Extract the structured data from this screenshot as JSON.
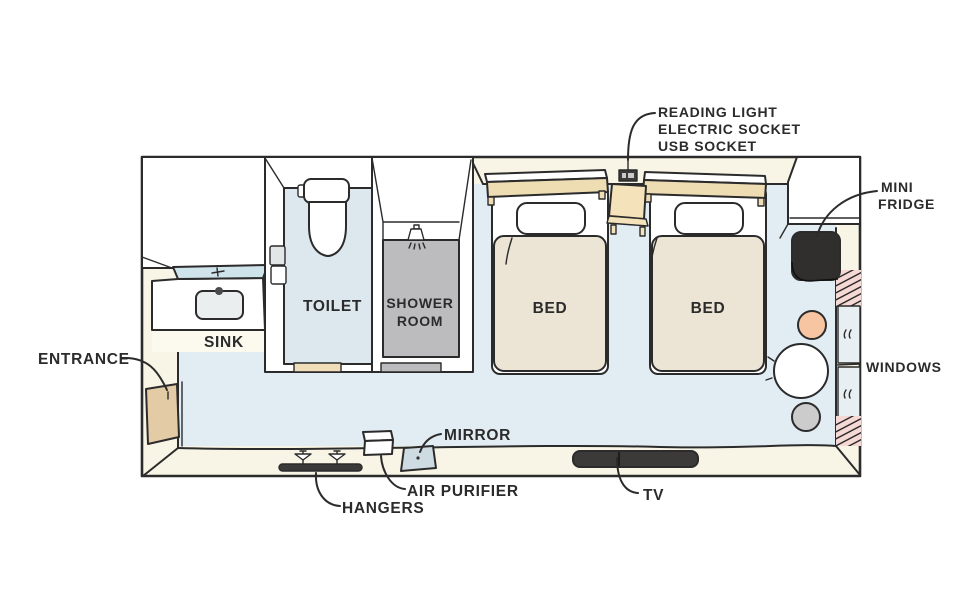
{
  "figure": {
    "type": "hotel-room-floor-plan"
  },
  "colors": {
    "outline": "#2b2b2b",
    "wall": "#f9f5e6",
    "room": "#ffffff",
    "floor": "#e2ecf3",
    "bath_floor": "#dce7ee",
    "shower_floor": "#bcbcbe",
    "counter_glass": "#cfe3ea",
    "basin": "#eaeeef",
    "blanket": "#ece4d5",
    "headboard": "#eedcb2",
    "nightstand": "#f4e2ba",
    "threshold": "#f0ddb9",
    "door": "#e3cba6",
    "fridge": "#312f2e",
    "tv": "#3b3a39",
    "curtain": "#f6d9d4",
    "glass": "#e8eff3",
    "chair": "#f7c5a2",
    "stool": "#cccccc",
    "mirror_tile": "#cfdbe2",
    "hanger_bar": "#3a3a3a",
    "label": "#2b2b2b"
  },
  "rooms": {
    "sink_label": "SINK",
    "toilet_label": "TOILET",
    "shower_line1": "SHOWER",
    "shower_line2": "ROOM",
    "bed1_label": "BED",
    "bed2_label": "BED"
  },
  "annotations": {
    "reading_light_line1": "READING LIGHT",
    "reading_light_line2": "ELECTRIC SOCKET",
    "reading_light_line3": "USB SOCKET",
    "mini_fridge_line1": "MINI",
    "mini_fridge_line2": "FRIDGE",
    "windows": "WINDOWS",
    "entrance": "ENTRANCE",
    "mirror": "MIRROR",
    "air_purifier": "AIR PURIFIER",
    "hangers": "HANGERS",
    "tv": "TV"
  }
}
